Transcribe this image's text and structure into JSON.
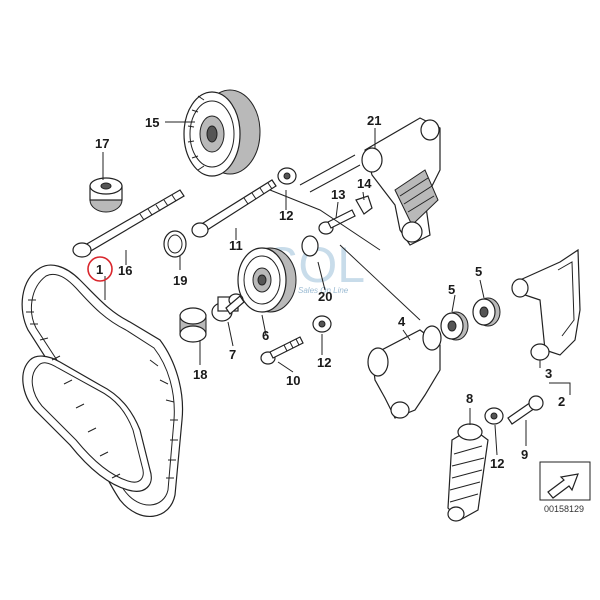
{
  "diagram": {
    "callouts": {
      "c1": "1",
      "c2": "2",
      "c3": "3",
      "c4": "4",
      "c5a": "5",
      "c5b": "5",
      "c6": "6",
      "c7": "7",
      "c8": "8",
      "c9": "9",
      "c10": "10",
      "c11": "11",
      "c12a": "12",
      "c12b": "12",
      "c12c": "12",
      "c13": "13",
      "c14": "14",
      "c15": "15",
      "c16": "16",
      "c17": "17",
      "c18": "18",
      "c19": "19",
      "c20": "20",
      "c21": "21"
    },
    "highlighted_callout": "1",
    "highlight_color": "#d9262c",
    "catalog_number": "00158129"
  },
  "watermark": {
    "letters": "SOL",
    "tagline": "Sales On Line",
    "color": "#c8dcea"
  }
}
